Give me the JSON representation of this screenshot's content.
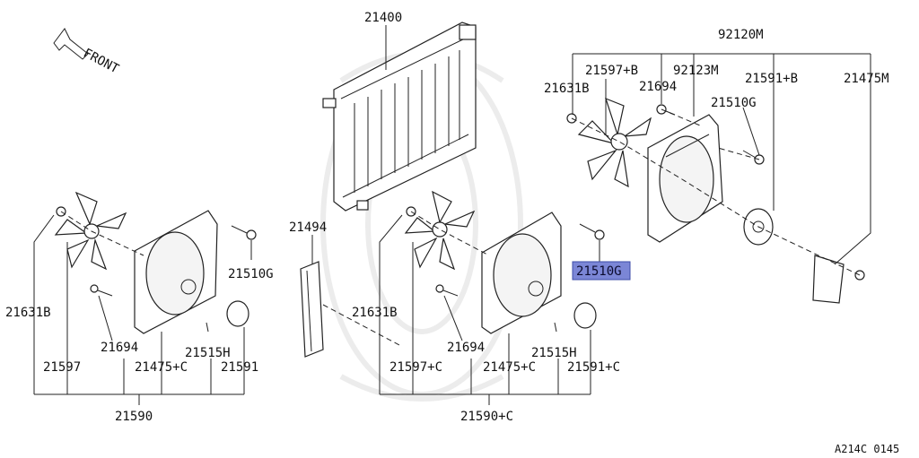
{
  "labels": {
    "front": "FRONT",
    "radiator": "21400",
    "shroud_assy_top": "92120M",
    "fan_top": "21597+B",
    "shroud_top": "92123M",
    "motor_top": "21591+B",
    "bracket_top": "21475M",
    "nut_top": "21631B",
    "bolt_top": "21694",
    "screw_top": "21510G",
    "shroud_side": "21494",
    "screw_left": "21510G",
    "nut_left": "21631B",
    "bolt_left": "21694",
    "clip_left": "21515H",
    "fan_left": "21597",
    "shroud_left": "21475+C",
    "motor_left": "21591",
    "assy_left": "21590",
    "screw_mid_highlight": "21510G",
    "nut_mid": "21631B",
    "bolt_mid": "21694",
    "clip_mid": "21515H",
    "fan_mid": "21597+C",
    "shroud_mid": "21475+C",
    "motor_mid": "21591+C",
    "assy_mid": "21590+C",
    "diagram_code": "A214C 0145"
  }
}
